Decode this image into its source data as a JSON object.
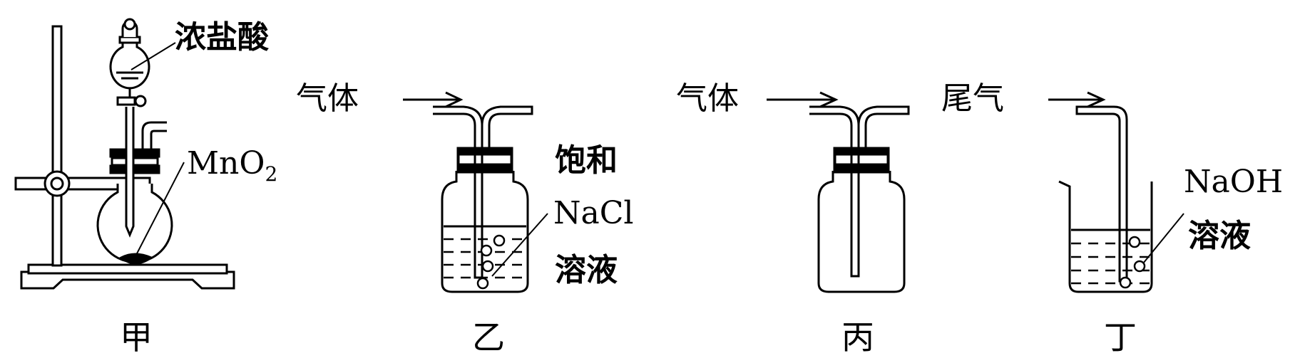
{
  "apparatus_jia": {
    "caption": "甲",
    "funnel_reagent": "浓盐酸",
    "solid_reagent": "MnO",
    "solid_reagent_subscript": "2"
  },
  "apparatus_yi": {
    "caption": "乙",
    "gas_in_label": "气体",
    "solution_line1": "饱和",
    "solution_line2": "NaCl",
    "solution_line3": "溶液"
  },
  "apparatus_bing": {
    "caption": "丙",
    "gas_in_label": "气体"
  },
  "apparatus_ding": {
    "caption": "丁",
    "gas_in_label": "尾气",
    "solution_line1": "NaOH",
    "solution_line2": "溶液"
  },
  "colors": {
    "ink": "#000000",
    "background": "#ffffff"
  }
}
